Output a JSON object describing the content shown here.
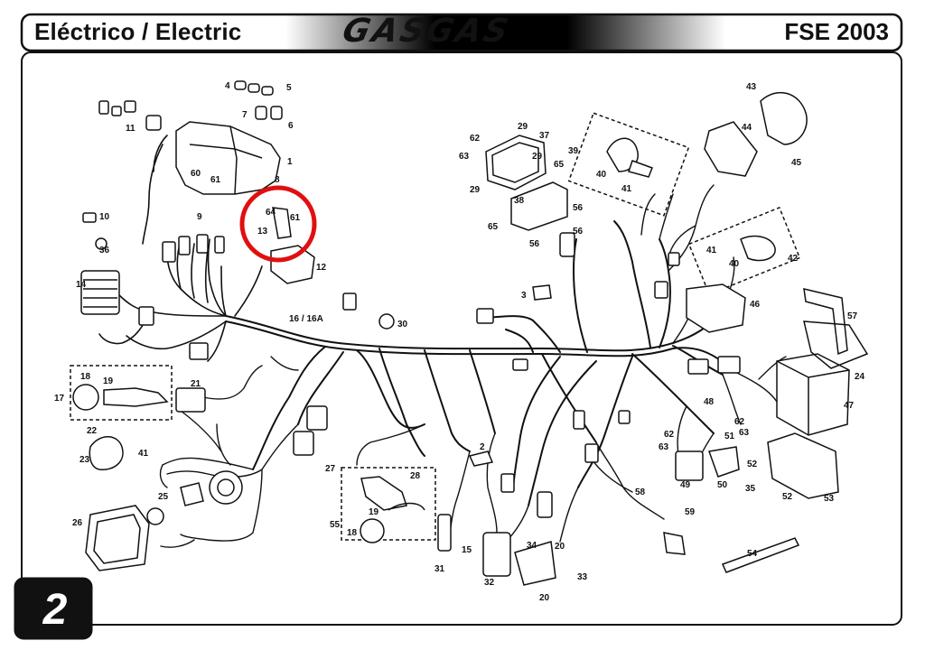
{
  "header": {
    "title": "Eléctrico / Electric",
    "brand": "GASGAS",
    "model": "FSE 2003"
  },
  "page_number": "2",
  "callouts": [
    {
      "id": "c1",
      "label": "1"
    },
    {
      "id": "c2",
      "label": "2"
    },
    {
      "id": "c3",
      "label": "3"
    },
    {
      "id": "c4",
      "label": "4"
    },
    {
      "id": "c5",
      "label": "5"
    },
    {
      "id": "c6",
      "label": "6"
    },
    {
      "id": "c7",
      "label": "7"
    },
    {
      "id": "c8",
      "label": "8"
    },
    {
      "id": "c9",
      "label": "9"
    },
    {
      "id": "c10",
      "label": "10"
    },
    {
      "id": "c11",
      "label": "11"
    },
    {
      "id": "c12",
      "label": "12"
    },
    {
      "id": "c13",
      "label": "13"
    },
    {
      "id": "c14",
      "label": "14"
    },
    {
      "id": "c15",
      "label": "15"
    },
    {
      "id": "c16",
      "label": "16 / 16A"
    },
    {
      "id": "c17",
      "label": "17"
    },
    {
      "id": "c18a",
      "label": "18"
    },
    {
      "id": "c18b",
      "label": "18"
    },
    {
      "id": "c19a",
      "label": "19"
    },
    {
      "id": "c19b",
      "label": "19"
    },
    {
      "id": "c20a",
      "label": "20"
    },
    {
      "id": "c20b",
      "label": "20"
    },
    {
      "id": "c21",
      "label": "21"
    },
    {
      "id": "c22",
      "label": "22"
    },
    {
      "id": "c23",
      "label": "23"
    },
    {
      "id": "c24",
      "label": "24"
    },
    {
      "id": "c25",
      "label": "25"
    },
    {
      "id": "c26",
      "label": "26"
    },
    {
      "id": "c27",
      "label": "27"
    },
    {
      "id": "c28",
      "label": "28"
    },
    {
      "id": "c29a",
      "label": "29"
    },
    {
      "id": "c29b",
      "label": "29"
    },
    {
      "id": "c29c",
      "label": "29"
    },
    {
      "id": "c30",
      "label": "30"
    },
    {
      "id": "c31",
      "label": "31"
    },
    {
      "id": "c32",
      "label": "32"
    },
    {
      "id": "c33",
      "label": "33"
    },
    {
      "id": "c34",
      "label": "34"
    },
    {
      "id": "c35",
      "label": "35"
    },
    {
      "id": "c36",
      "label": "36"
    },
    {
      "id": "c37",
      "label": "37"
    },
    {
      "id": "c38",
      "label": "38"
    },
    {
      "id": "c39",
      "label": "39"
    },
    {
      "id": "c40a",
      "label": "40"
    },
    {
      "id": "c40b",
      "label": "40"
    },
    {
      "id": "c41a",
      "label": "41"
    },
    {
      "id": "c41b",
      "label": "41"
    },
    {
      "id": "c41c",
      "label": "41"
    },
    {
      "id": "c42",
      "label": "42"
    },
    {
      "id": "c43",
      "label": "43"
    },
    {
      "id": "c44",
      "label": "44"
    },
    {
      "id": "c45",
      "label": "45"
    },
    {
      "id": "c46",
      "label": "46"
    },
    {
      "id": "c47",
      "label": "47"
    },
    {
      "id": "c48",
      "label": "48"
    },
    {
      "id": "c49",
      "label": "49"
    },
    {
      "id": "c50",
      "label": "50"
    },
    {
      "id": "c51",
      "label": "51"
    },
    {
      "id": "c52a",
      "label": "52"
    },
    {
      "id": "c52b",
      "label": "52"
    },
    {
      "id": "c53",
      "label": "53"
    },
    {
      "id": "c54",
      "label": "54"
    },
    {
      "id": "c55",
      "label": "55"
    },
    {
      "id": "c56a",
      "label": "56"
    },
    {
      "id": "c56b",
      "label": "56"
    },
    {
      "id": "c56c",
      "label": "56"
    },
    {
      "id": "c57",
      "label": "57"
    },
    {
      "id": "c58",
      "label": "58"
    },
    {
      "id": "c59",
      "label": "59"
    },
    {
      "id": "c60",
      "label": "60"
    },
    {
      "id": "c61a",
      "label": "61"
    },
    {
      "id": "c61b",
      "label": "61"
    },
    {
      "id": "c62a",
      "label": "62"
    },
    {
      "id": "c62b",
      "label": "62"
    },
    {
      "id": "c62c",
      "label": "62"
    },
    {
      "id": "c63a",
      "label": "63"
    },
    {
      "id": "c63b",
      "label": "63"
    },
    {
      "id": "c63c",
      "label": "63"
    },
    {
      "id": "c64",
      "label": "64"
    },
    {
      "id": "c65a",
      "label": "65"
    },
    {
      "id": "c65b",
      "label": "65"
    }
  ],
  "colors": {
    "line": "#111111",
    "highlight": "#e01010",
    "header_gradient_start": "#ffffff",
    "header_gradient_end": "#000000"
  }
}
